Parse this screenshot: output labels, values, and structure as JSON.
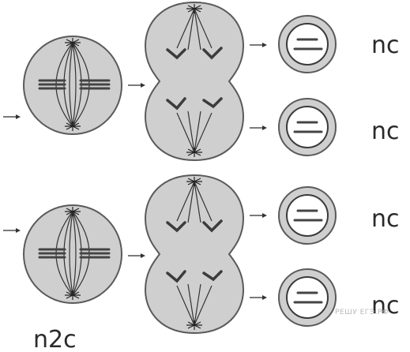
{
  "labels": {
    "gamete_1": "nc",
    "gamete_2": "nc",
    "gamete_3": "nc",
    "gamete_4": "nc",
    "parent": "n2c"
  },
  "watermark": "РЕШУ ЕГЭ.РФ",
  "colors": {
    "cell_fill": "#cfcfcf",
    "outline": "#5a5a5a",
    "chromosome": "#444444"
  }
}
